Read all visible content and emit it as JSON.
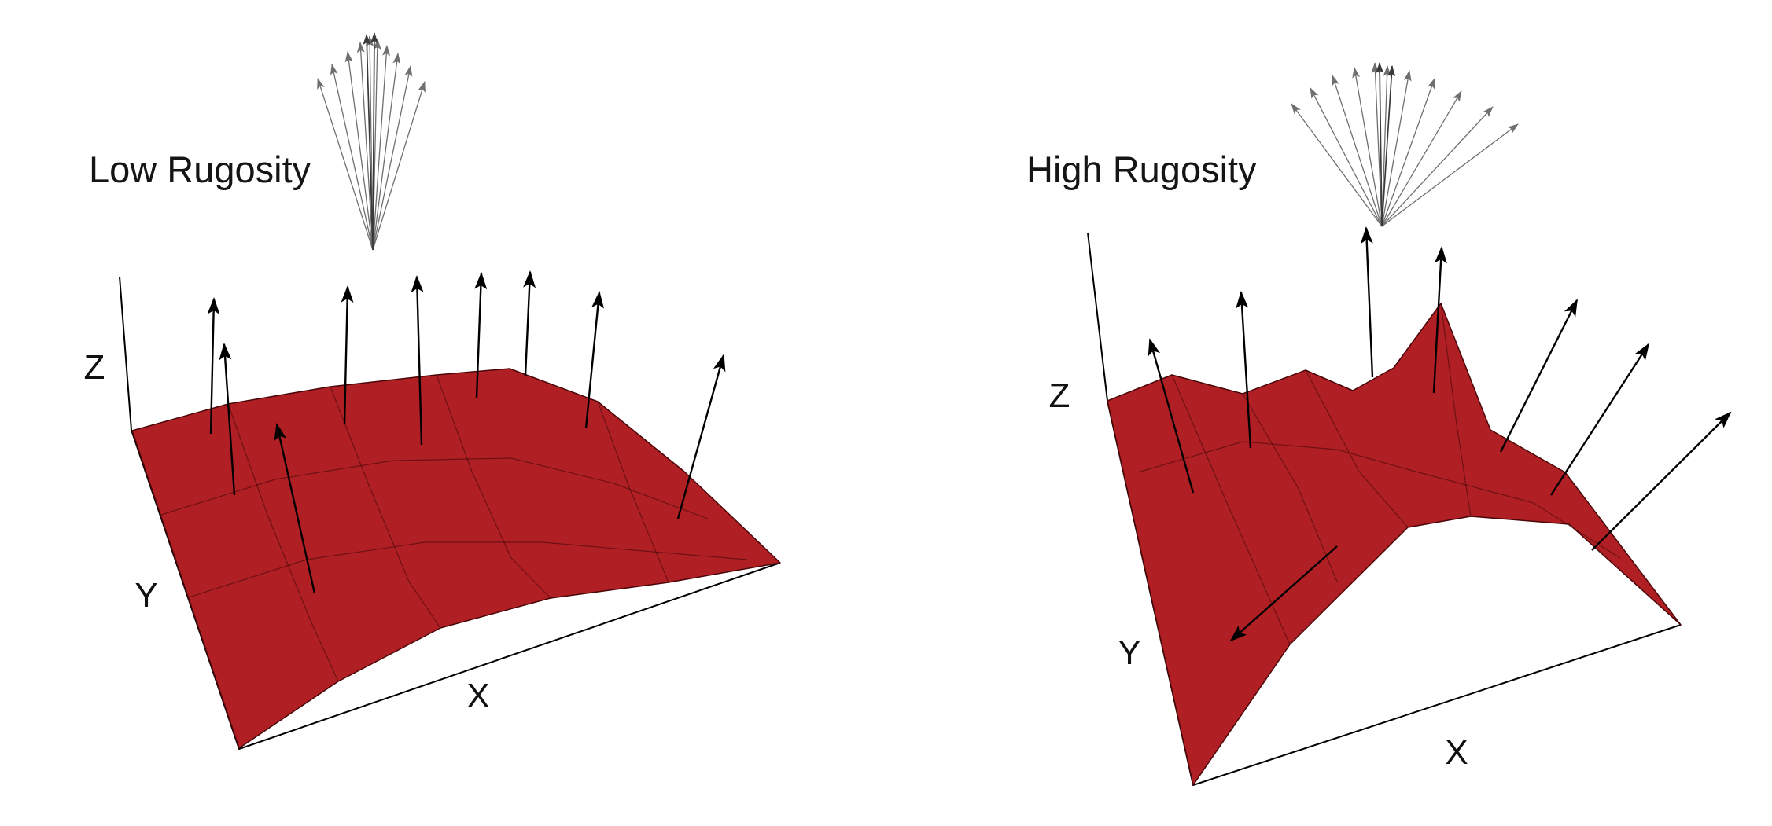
{
  "figure": {
    "panels": {
      "low": {
        "title": "Low Rugosity",
        "axis_x": "X",
        "axis_y": "Y",
        "axis_z": "Z",
        "normal_spread": "narrow",
        "surface_character": "flat"
      },
      "high": {
        "title": "High Rugosity",
        "axis_x": "X",
        "axis_y": "Y",
        "axis_z": "Z",
        "normal_spread": "wide",
        "surface_character": "rugged"
      }
    },
    "colors": {
      "surface": "#B01F24",
      "surface_edge": "#4A0608",
      "normal_arrow": "#000000",
      "cluster_arrow": "#6F6F6F",
      "axis_line": "#000000",
      "text": "#151515",
      "background": "#FFFFFF"
    }
  }
}
